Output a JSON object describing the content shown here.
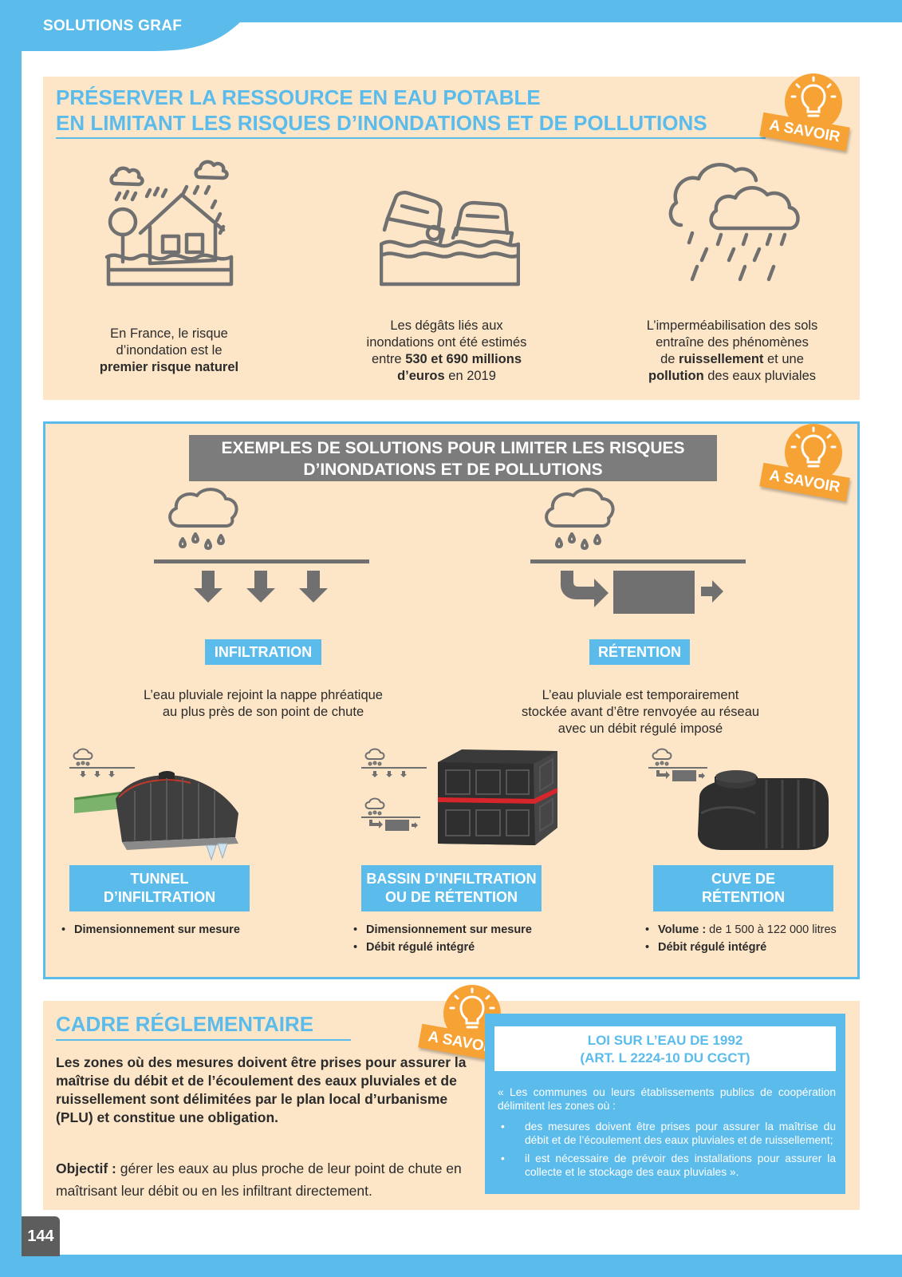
{
  "header": {
    "title": "SOLUTIONS GRAF"
  },
  "page_number": "144",
  "colors": {
    "accent": "#5bbcec",
    "panel": "#fde6c8",
    "orange": "#f7a234",
    "grey": "#7c7c7c",
    "icon": "#707070"
  },
  "badge_label": "A SAVOIR",
  "section1": {
    "title_line1": "PRÉSERVER LA RESSOURCE EN EAU POTABLE",
    "title_line2": "EN LIMITANT LES RISQUES D’INONDATIONS ET DE POLLUTIONS",
    "facts": [
      {
        "l1": "En France, le risque",
        "l2": "d’inondation est le",
        "l3_bold": "premier risque naturel"
      },
      {
        "l1": "Les dégâts liés aux",
        "l2": "inondations ont été estimés",
        "l3_pre": "entre ",
        "l3_bold": "530 et 690 millions",
        "l4_bold": "d’euros",
        "l4_post": " en 2019"
      },
      {
        "l1": "L’imperméabilisation des sols",
        "l2": "entraîne des phénomènes",
        "l3_pre": "de ",
        "l3_bold": "ruissellement",
        "l3_post": " et une",
        "l4_bold": "pollution",
        "l4_post": " des eaux pluviales"
      }
    ]
  },
  "section2": {
    "title_line1": "EXEMPLES DE SOLUTIONS POUR LIMITER LES RISQUES",
    "title_line2": "D’INONDATIONS ET DE POLLUTIONS",
    "methods": [
      {
        "label": "INFILTRATION",
        "desc": "L’eau pluviale rejoint la nappe phréatique au plus près de son point de chute"
      },
      {
        "label": "RÉTENTION",
        "desc": "L’eau pluviale est temporairement stockée avant d’être renvoyée au réseau avec un débit régulé imposé"
      }
    ],
    "products": [
      {
        "label_l1": "TUNNEL",
        "label_l2": "D’INFILTRATION",
        "bullets": [
          {
            "bold": "Dimensionnement sur mesure",
            "rest": ""
          }
        ]
      },
      {
        "label_l1": "BASSIN D’INFILTRATION",
        "label_l2": "OU DE RÉTENTION",
        "bullets": [
          {
            "bold": "Dimensionnement sur mesure",
            "rest": ""
          },
          {
            "bold": "Débit régulé intégré",
            "rest": ""
          }
        ]
      },
      {
        "label_l1": "CUVE DE",
        "label_l2": "RÉTENTION",
        "bullets": [
          {
            "bold": "Volume :",
            "rest": " de 1 500 à 122 000 litres"
          },
          {
            "bold": "Débit régulé intégré",
            "rest": ""
          }
        ]
      }
    ]
  },
  "section3": {
    "title": "CADRE RÉGLEMENTAIRE",
    "body": "Les zones où des mesures doivent être prises pour assurer la maîtrise du débit et de l’écoulement des eaux pluviales et de ruissellement sont délimitées par le plan local d’urbanisme (PLU) et constitue une obligation.",
    "objective_label": "Objectif :",
    "objective_text": " gérer les eaux au plus proche de leur point de chute en maîtrisant leur débit ou en les infiltrant directement.",
    "law_title_l1": "LOI SUR L’EAU DE 1992",
    "law_title_l2": "(ART. L 2224-10 DU CGCT)",
    "law_intro": "« Les communes ou leurs établissements publics de coopération délimitent les zones où :",
    "law_items": [
      "des mesures doivent être prises pour assurer la maîtrise du débit et de l’écoulement des eaux pluviales et de ruissellement;",
      "il est nécessaire de prévoir des installations pour assurer la collecte et le stockage des eaux pluviales »."
    ]
  }
}
